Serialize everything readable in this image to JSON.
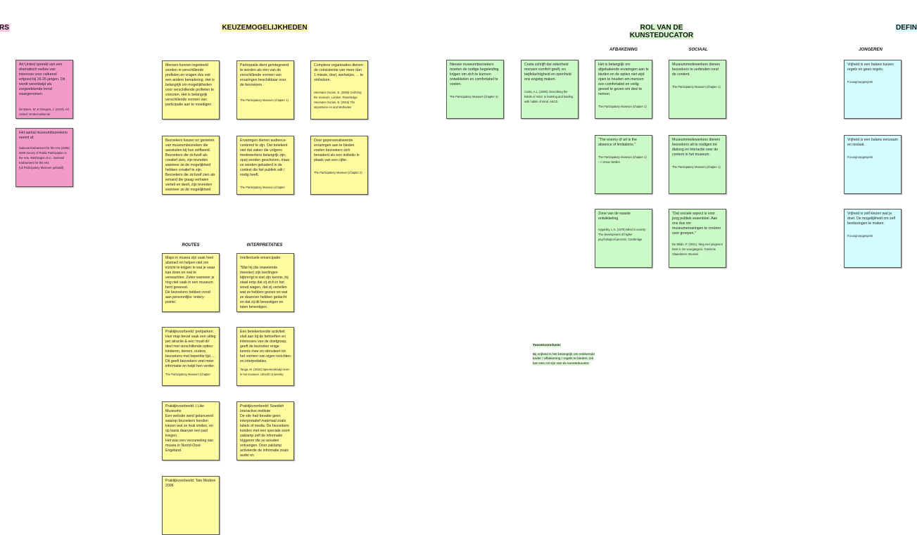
{
  "headings": {
    "left_partial": "RS",
    "keuze": "KEUZEMOGELIJKHEDEN",
    "rol_line1": "ROL VAN DE",
    "rol_line2": "KUNSTEDUCATOR",
    "right_partial": "DEFIN"
  },
  "subheadings": {
    "afbakening": "AFBAKENING",
    "sociaal": "SOCIAAL",
    "jongeren": "JONGEREN",
    "routes": "ROUTES",
    "interpretaties": "INTERPRETATIES"
  },
  "pink": [
    {
      "text": "Art United spreekt van een dramatisch verlies van interesse voor cultureel erfgoed bij 16-26 jarigen. Dit wordt wereldwijd als zorgwekkende trend waargenomen.",
      "ref": "De Baere, M. & Slongers, J. (2019). Art United: Onderzoeksnota"
    },
    {
      "text": "Het aantal museumbezoekers neemt af.",
      "ref": "National Endowment for the Arts (2009) 2008 Survey of Public Participation in the Arts. Washington D.C.: National Endowment for the Arts\n(uit Participatory Museum gehaald)"
    }
  ],
  "keuze": [
    {
      "text": "Mensen kunnen ingedeeld worden in verschillende profielen en vragen dus ook een andere benadering. Het is belangrijk om mogelijkheden voor verschillende profielen te voorzien. Het is belangrijk verschillende vormen van participatie aan te moedigen.",
      "ref": ""
    },
    {
      "text": "Participatie dient geïntegreerd te worden als één van de verschillende vormen van ervaringen beschikbaar voor de bezoekers.",
      "ref": "The Participatory Museum (chapter 1)"
    },
    {
      "text": "Complexe organisaties dienen de coëxistentie van meer dan 1 missie, doel, werkwijze, ... te omhelzen.",
      "ref": "Heumann Gurian, E. (2006) Civilizing the museum. London: Routeledge. Heumann Gurian, E. (2016) The importance en and Methoden"
    },
    {
      "text": "Bezoekers kiezen en genieten van museumbezoeken die aansluiten bij hun zelfbeeld. Bezoekers die zichzelf als creatief zien, zijn tevreden wanneer ze de mogelijkheid hebben creatief te zijn. Bezoekers die zichzelf zien als iemand die graag verhalen vertelt en deelt, zijn tevreden wanneer ze de mogelijkheid",
      "ref": ""
    },
    {
      "text": "Ervaringen dienen audience-centered te zijn. Dat betekent niet dat zaken die volgens medewerkers belangrijk zijn, opzij worden geschoven, maar ze worden gekaderd in de context die het publiek wilt / nodig heeft.",
      "ref": "The Participatory Museum (chapter"
    },
    {
      "text": "Door gepersonaliseerde ervaringen aan te bieden voelen bezoekers zich benaderd als een individu in plaats van een cijfer.",
      "ref": "The Participatory Museum (chapter 2)"
    }
  ],
  "routes": [
    {
      "text": "Maps in musea zijn vaak heel abstract en helpen niet om inzicht te krijgen in wat je waar kan doen en wat te verwachten. Zeker wanneer je nog niet vaak in een museum bent geweest.\nDe bezoekers hebben nood aan persoonlijke 'entery-points'.",
      "ref": ""
    },
    {
      "text": "Praktijkvoorbeeld: pretparken. Hun map bevat vaak een uitleg per atractie & een 'must-do' deel met verschillende opties: kinderen, tieners, ouders, bezoekers met beperkte tijd, ... Dit geeft bezoekers veel meer informatie en helpt hen verder.",
      "ref": "The Participatory Museum (chapter"
    },
    {
      "text": "Praktijkvoorbeeld: I Like Museums\nEen website werd gelanceerd waarop bezoekers konden kiezen wat ze leuk vinden, en op basis daarvan een pad kregen.\nHet was een verzameling van musea in Noord-Oost-Engeland.",
      "ref": ""
    },
    {
      "text": "Praktijkvoorbeeld: Tate Modern 2006",
      "ref": ""
    }
  ],
  "interpretaties": [
    {
      "text": "Intellectuele emancipatie:\n\n\"Wat hij (de onwetende meester) zijn leerlingen bijbrengt is niet zijn kennis, hij staat erop dat zij zich in het woud wagen, dat zij vertellen wat ze hebben gezien en wat ze daarover hebben gedacht en dat zij dit bevestigen en laten bevestigen.",
      "ref": ""
    },
    {
      "text": "Een betekenisvolle activiteit sluit aan bij de behoeften en interesses van de doelgroep, geeft de bezoeker enige kennis mee en stimuleert tot het vormen van eigen inzichten en interpretaties.",
      "ref": "Tanga, M. (2019) Speurenderwijs leren in het museum. Utrecht University."
    },
    {
      "text": "Praktijkvoorbeeld: Swedish Interactive institute\nDe site had bevatte geen interpretatief materiaal zoals labels of media. De bezoekers konden met een speciale soort zaklamp zelf de informatie triggeren die ze wouden ontvangen. Door zaklamp activeerde de informatie zoals audio en",
      "ref": ""
    }
  ],
  "rol_intro": [
    {
      "text": "Nieuwe museumbezoekers moeten de nodige begeleiding krijgen om zich te kunnen ontwikkelen en comfortabel te voelen.",
      "ref": "The Participatory Museum (chapter 2)"
    },
    {
      "text": "Costa schrijft dat zekerheid mensen comfort geeft, en twijfelachtigheid en openheid ons angstig maken.",
      "ref": "Costa, A.L. (2008). Describing the habits of mind. In learning and leading with habits of mind. ASCD."
    }
  ],
  "afbakening": [
    {
      "text": "Het is belangrijk om afgebakende ervaringen aan te bieden en de opties niet wijd open te houden om mensen een comfortabel en veilig gevoel te geven om deel te nemen.",
      "ref": "The Participatory Museum (chapter 1)"
    },
    {
      "text": "\"The enemy of art is the absence of limitations.\"",
      "ref": "The Participatory Museum (chapter 1)\n--> Orson Welles"
    },
    {
      "text": "Zone van de naaste ontwikkeling",
      "ref": "Vygotsky, L.S. (1978) Mind in society: The development of higher psychological process. Cambridge"
    }
  ],
  "sociaal": [
    {
      "text": "Museummedewerkers dienen bezoekers te verbinden rond de content.",
      "ref": "The Participatory Museum (chapter 1)"
    },
    {
      "text": "Museummedewerkers dienen bezoekers uit te nodigen tot dialoog en interactie over de content in het museum.",
      "ref": "The Participatory Museum (chapter 1)"
    },
    {
      "text": "\"Dat sociale aspect is voor jong publiek essentiëel. Aan ons dus om museumervaringen te creëren voor groepen.\"",
      "ref": "De Wilde, P. (2021). Weg met jongeren! Deel 3. De voorgangers. Toerisme Vlaanderen: Brussel."
    }
  ],
  "jongeren": [
    {
      "text": "Vrijheid is een balans tussen regels en geen regels.",
      "ref": "Focusgroepgesprek"
    },
    {
      "text": "Vrijheid is een balans eenzaam en sociaal.",
      "ref": "Focusgroepgesprek"
    },
    {
      "text": "Vrijheid is zelf kiezen wat je doet. De mogelijkheid om zelf beslissingen te maken.",
      "ref": "Focusgroepgesprek"
    }
  ],
  "conclusion": {
    "title": "Tussenconclusie:",
    "text": "Bij vrijheid is het belangrijk om voldoende kader / afbakening / regels te bieden. Dit kan een rol zijn van de kunsteducator."
  },
  "colors": {
    "pink": "#f29bc9",
    "yellow": "#fffca0",
    "green": "#ccfac6",
    "cyan": "#d3fdfd"
  }
}
